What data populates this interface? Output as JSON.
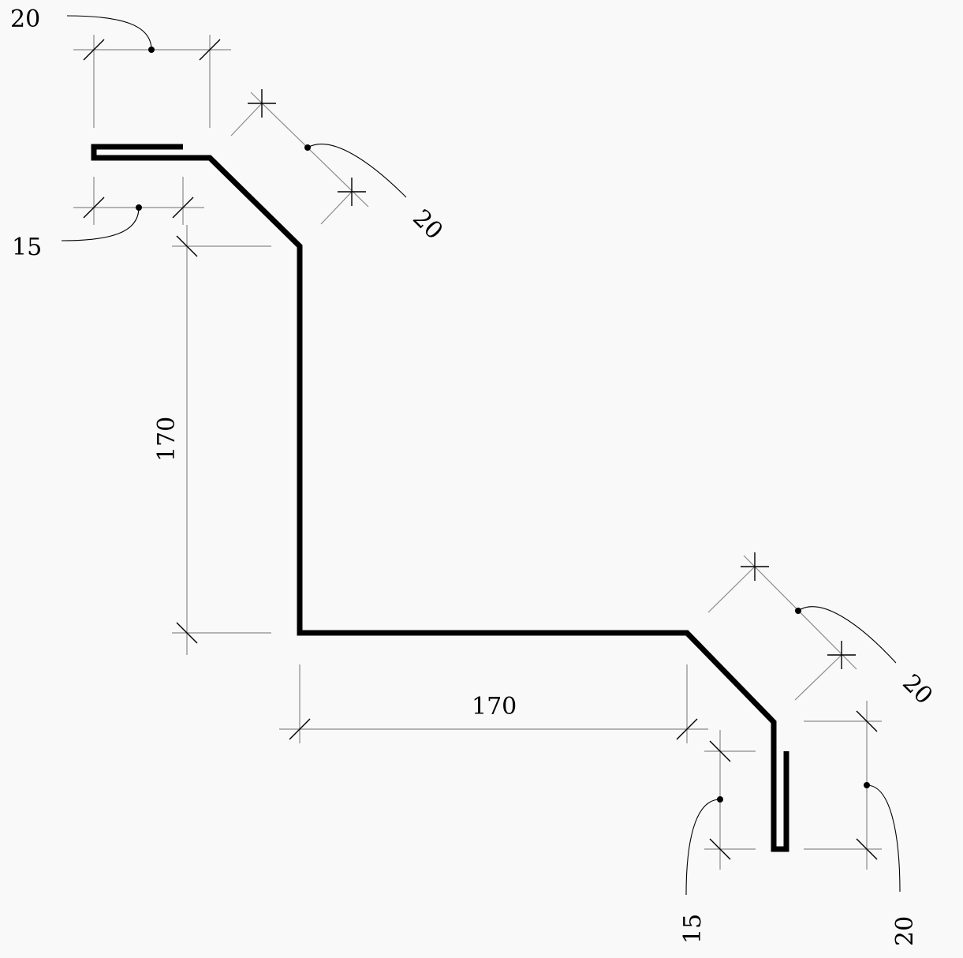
{
  "drawing": {
    "labels": {
      "top_lip_length": "20",
      "top_hem_length": "15",
      "top_bevel": "20",
      "vertical_web": "170",
      "bottom_flange": "170",
      "bottom_bevel": "20",
      "bottom_hem_length": "15",
      "bottom_lip_length": "20"
    }
  }
}
